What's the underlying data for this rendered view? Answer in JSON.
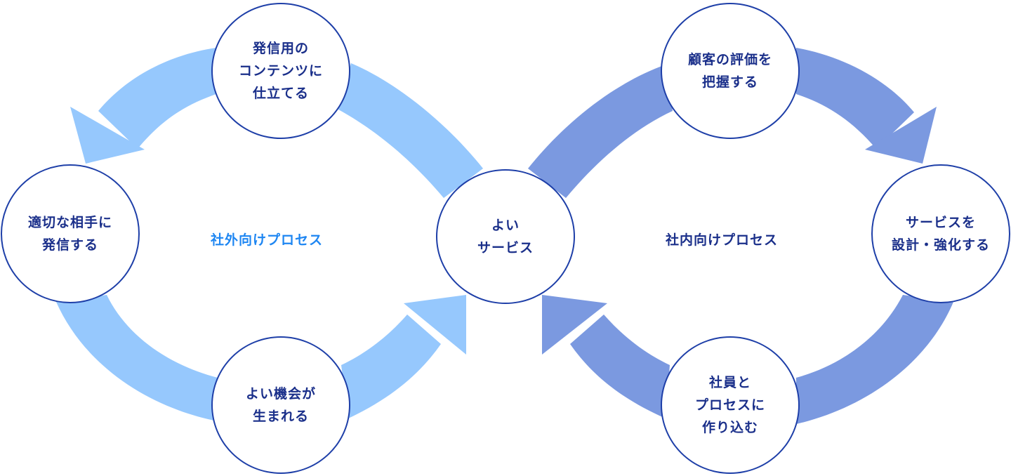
{
  "colors": {
    "external_arrow": "#96c8fd",
    "internal_arrow": "#7b99e0",
    "node_border": "#1e3fa8",
    "node_text": "#1a2f8a",
    "external_label": "#1e86f2",
    "internal_label": "#1a2f8a"
  },
  "labels": {
    "external_process": "社外向けプロセス",
    "internal_process": "社内向けプロセス"
  },
  "nodes": {
    "center": "よい\nサービス",
    "content": "発信用の\nコンテンツに\n仕立てる",
    "send": "適切な相手に\n発信する",
    "opportunity": "よい機会が\n生まれる",
    "evaluate": "顧客の評価を\n把握する",
    "design": "サービスを\n設計・強化する",
    "embed": "社員と\nプロセスに\n作り込む"
  }
}
